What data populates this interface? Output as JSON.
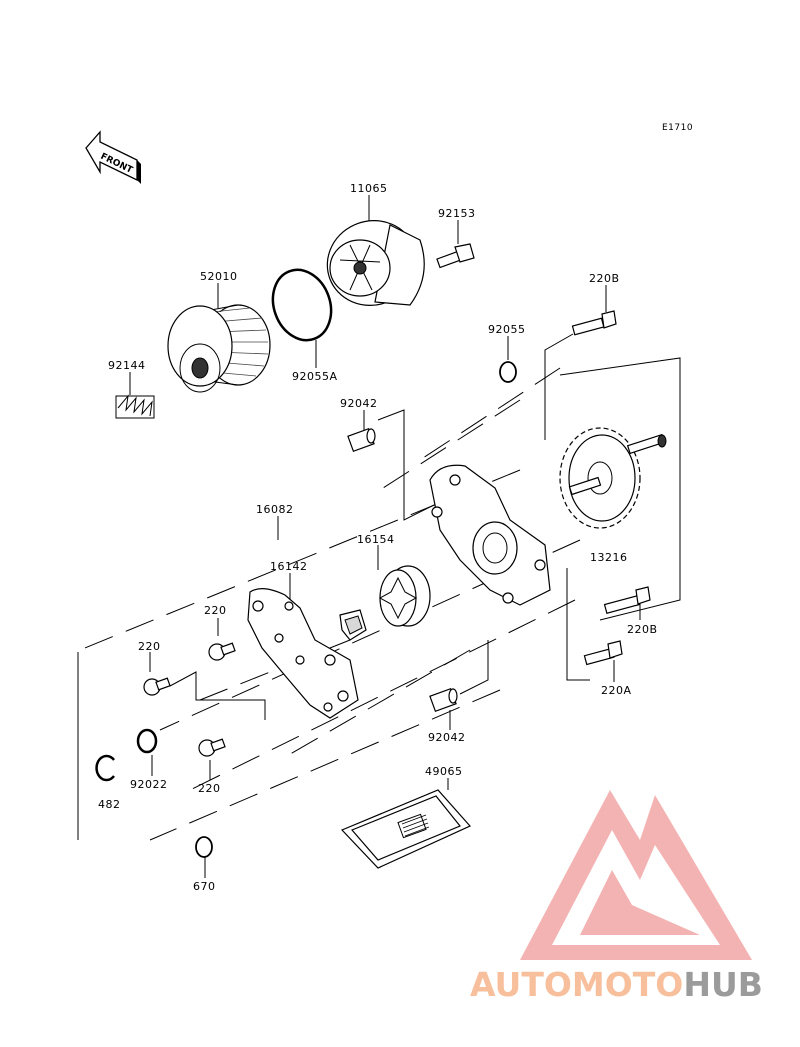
{
  "diagram_code": "E1710",
  "front_label": "FRONT",
  "logo": {
    "text_auto": "AUTOMOTO",
    "text_hub": "HUB",
    "colors": {
      "mark": "#f3a6a6",
      "auto": "#f6b48a",
      "hub": "#8a8a8a"
    }
  },
  "parts": [
    {
      "id": "p11065",
      "label": "11065"
    },
    {
      "id": "p92153",
      "label": "92153"
    },
    {
      "id": "p52010",
      "label": "52010"
    },
    {
      "id": "p220B_top",
      "label": "220B"
    },
    {
      "id": "p92055",
      "label": "92055"
    },
    {
      "id": "p92144",
      "label": "92144"
    },
    {
      "id": "p92055A",
      "label": "92055A"
    },
    {
      "id": "p92042_top",
      "label": "92042"
    },
    {
      "id": "p16082",
      "label": "16082"
    },
    {
      "id": "p16154",
      "label": "16154"
    },
    {
      "id": "p13216",
      "label": "13216"
    },
    {
      "id": "p16142",
      "label": "16142"
    },
    {
      "id": "p220_a",
      "label": "220"
    },
    {
      "id": "p220_b",
      "label": "220"
    },
    {
      "id": "p220B_bot",
      "label": "220B"
    },
    {
      "id": "p220A",
      "label": "220A"
    },
    {
      "id": "p92022",
      "label": "92022"
    },
    {
      "id": "p220_c",
      "label": "220"
    },
    {
      "id": "p92042_bot",
      "label": "92042"
    },
    {
      "id": "p482",
      "label": "482"
    },
    {
      "id": "p49065",
      "label": "49065"
    },
    {
      "id": "p670",
      "label": "670"
    }
  ]
}
